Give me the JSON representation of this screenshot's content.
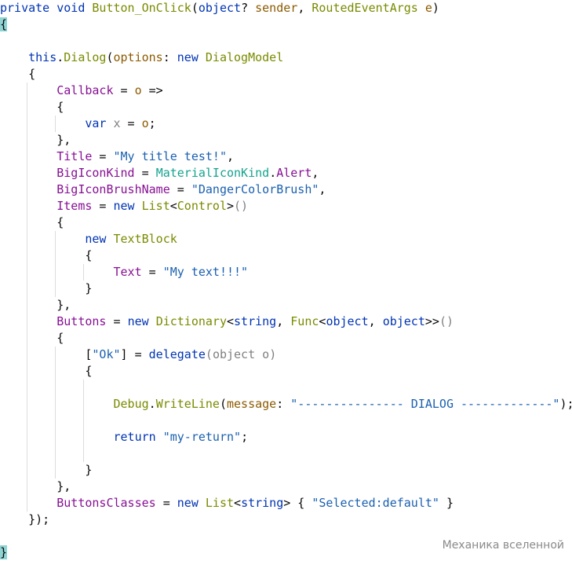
{
  "editor": {
    "lines": [
      [
        {
          "t": "private",
          "c": "kw"
        },
        {
          "t": " ",
          "c": "plain"
        },
        {
          "t": "void",
          "c": "kw"
        },
        {
          "t": " ",
          "c": "plain"
        },
        {
          "t": "Button_OnClick",
          "c": "method"
        },
        {
          "t": "(",
          "c": "plain"
        },
        {
          "t": "object",
          "c": "kw"
        },
        {
          "t": "? ",
          "c": "plain"
        },
        {
          "t": "sender",
          "c": "param"
        },
        {
          "t": ", ",
          "c": "plain"
        },
        {
          "t": "RoutedEventArgs",
          "c": "type"
        },
        {
          "t": " ",
          "c": "plain"
        },
        {
          "t": "e",
          "c": "param"
        },
        {
          "t": ")",
          "c": "plain"
        }
      ],
      [
        {
          "t": "{",
          "c": "bracehl"
        }
      ],
      [],
      [
        {
          "t": "    ",
          "c": "plain"
        },
        {
          "t": "this",
          "c": "kw"
        },
        {
          "t": ".",
          "c": "plain"
        },
        {
          "t": "Dialog",
          "c": "method"
        },
        {
          "t": "(",
          "c": "plain"
        },
        {
          "t": "options",
          "c": "param"
        },
        {
          "t": ": ",
          "c": "plain"
        },
        {
          "t": "new",
          "c": "kw"
        },
        {
          "t": " ",
          "c": "plain"
        },
        {
          "t": "DialogModel",
          "c": "type"
        }
      ],
      [
        {
          "t": "    {",
          "c": "plain"
        }
      ],
      [
        {
          "t": "        ",
          "c": "plain"
        },
        {
          "t": "Callback",
          "c": "prop"
        },
        {
          "t": " = ",
          "c": "plain"
        },
        {
          "t": "o",
          "c": "param"
        },
        {
          "t": " =>",
          "c": "plain"
        }
      ],
      [
        {
          "t": "        {",
          "c": "plain"
        }
      ],
      [
        {
          "t": "            ",
          "c": "plain"
        },
        {
          "t": "var",
          "c": "kw"
        },
        {
          "t": " ",
          "c": "plain"
        },
        {
          "t": "x",
          "c": "var"
        },
        {
          "t": " = ",
          "c": "plain"
        },
        {
          "t": "o",
          "c": "param"
        },
        {
          "t": ";",
          "c": "plain"
        }
      ],
      [
        {
          "t": "        },",
          "c": "plain"
        }
      ],
      [
        {
          "t": "        ",
          "c": "plain"
        },
        {
          "t": "Title",
          "c": "prop"
        },
        {
          "t": " = ",
          "c": "plain"
        },
        {
          "t": "\"My title test!\"",
          "c": "str"
        },
        {
          "t": ",",
          "c": "plain"
        }
      ],
      [
        {
          "t": "        ",
          "c": "plain"
        },
        {
          "t": "BigIconKind",
          "c": "prop"
        },
        {
          "t": " = ",
          "c": "plain"
        },
        {
          "t": "MaterialIconKind",
          "c": "teal"
        },
        {
          "t": ".",
          "c": "plain"
        },
        {
          "t": "Alert",
          "c": "prop"
        },
        {
          "t": ",",
          "c": "plain"
        }
      ],
      [
        {
          "t": "        ",
          "c": "plain"
        },
        {
          "t": "BigIconBrushName",
          "c": "prop"
        },
        {
          "t": " = ",
          "c": "plain"
        },
        {
          "t": "\"DangerColorBrush\"",
          "c": "str"
        },
        {
          "t": ",",
          "c": "plain"
        }
      ],
      [
        {
          "t": "        ",
          "c": "plain"
        },
        {
          "t": "Items",
          "c": "prop"
        },
        {
          "t": " = ",
          "c": "plain"
        },
        {
          "t": "new",
          "c": "kw"
        },
        {
          "t": " ",
          "c": "plain"
        },
        {
          "t": "List",
          "c": "type"
        },
        {
          "t": "<",
          "c": "plain"
        },
        {
          "t": "Control",
          "c": "type"
        },
        {
          "t": ">",
          "c": "plain"
        },
        {
          "t": "()",
          "c": "var"
        }
      ],
      [
        {
          "t": "        {",
          "c": "plain"
        }
      ],
      [
        {
          "t": "            ",
          "c": "plain"
        },
        {
          "t": "new",
          "c": "kw"
        },
        {
          "t": " ",
          "c": "plain"
        },
        {
          "t": "TextBlock",
          "c": "type"
        }
      ],
      [
        {
          "t": "            {",
          "c": "plain"
        }
      ],
      [
        {
          "t": "                ",
          "c": "plain"
        },
        {
          "t": "Text",
          "c": "prop"
        },
        {
          "t": " = ",
          "c": "plain"
        },
        {
          "t": "\"My text!!!\"",
          "c": "str"
        }
      ],
      [
        {
          "t": "            }",
          "c": "plain"
        }
      ],
      [
        {
          "t": "        },",
          "c": "plain"
        }
      ],
      [
        {
          "t": "        ",
          "c": "plain"
        },
        {
          "t": "Buttons",
          "c": "prop"
        },
        {
          "t": " = ",
          "c": "plain"
        },
        {
          "t": "new",
          "c": "kw"
        },
        {
          "t": " ",
          "c": "plain"
        },
        {
          "t": "Dictionary",
          "c": "type"
        },
        {
          "t": "<",
          "c": "plain"
        },
        {
          "t": "string",
          "c": "kw"
        },
        {
          "t": ", ",
          "c": "plain"
        },
        {
          "t": "Func",
          "c": "type"
        },
        {
          "t": "<",
          "c": "plain"
        },
        {
          "t": "object",
          "c": "kw"
        },
        {
          "t": ", ",
          "c": "plain"
        },
        {
          "t": "object",
          "c": "kw"
        },
        {
          "t": ">>",
          "c": "plain"
        },
        {
          "t": "()",
          "c": "var"
        }
      ],
      [
        {
          "t": "        {",
          "c": "plain"
        }
      ],
      [
        {
          "t": "            [",
          "c": "plain"
        },
        {
          "t": "\"Ok\"",
          "c": "str"
        },
        {
          "t": "] = ",
          "c": "plain"
        },
        {
          "t": "delegate",
          "c": "kw"
        },
        {
          "t": "(",
          "c": "var"
        },
        {
          "t": "object",
          "c": "var"
        },
        {
          "t": " ",
          "c": "var"
        },
        {
          "t": "o",
          "c": "var"
        },
        {
          "t": ")",
          "c": "var"
        }
      ],
      [
        {
          "t": "            {",
          "c": "plain"
        }
      ],
      [],
      [
        {
          "t": "                ",
          "c": "plain"
        },
        {
          "t": "Debug",
          "c": "type"
        },
        {
          "t": ".",
          "c": "plain"
        },
        {
          "t": "WriteLine",
          "c": "method"
        },
        {
          "t": "(",
          "c": "plain"
        },
        {
          "t": "message",
          "c": "param"
        },
        {
          "t": ": ",
          "c": "plain"
        },
        {
          "t": "\"--------------- DIALOG -------------\"",
          "c": "str"
        },
        {
          "t": ");",
          "c": "plain"
        }
      ],
      [],
      [
        {
          "t": "                ",
          "c": "plain"
        },
        {
          "t": "return",
          "c": "kw"
        },
        {
          "t": " ",
          "c": "plain"
        },
        {
          "t": "\"my-return\"",
          "c": "str"
        },
        {
          "t": ";",
          "c": "plain"
        }
      ],
      [],
      [
        {
          "t": "            }",
          "c": "plain"
        }
      ],
      [
        {
          "t": "        },",
          "c": "plain"
        }
      ],
      [
        {
          "t": "        ",
          "c": "plain"
        },
        {
          "t": "ButtonsClasses",
          "c": "prop"
        },
        {
          "t": " = ",
          "c": "plain"
        },
        {
          "t": "new",
          "c": "kw"
        },
        {
          "t": " ",
          "c": "plain"
        },
        {
          "t": "List",
          "c": "type"
        },
        {
          "t": "<",
          "c": "plain"
        },
        {
          "t": "string",
          "c": "kw"
        },
        {
          "t": "> { ",
          "c": "plain"
        },
        {
          "t": "\"Selected:default\"",
          "c": "str"
        },
        {
          "t": " }",
          "c": "plain"
        }
      ],
      [
        {
          "t": "    });",
          "c": "plain"
        }
      ],
      [],
      [
        {
          "t": "}",
          "c": "bracehl"
        }
      ]
    ]
  },
  "watermark": {
    "text": "Механика вселенной"
  }
}
